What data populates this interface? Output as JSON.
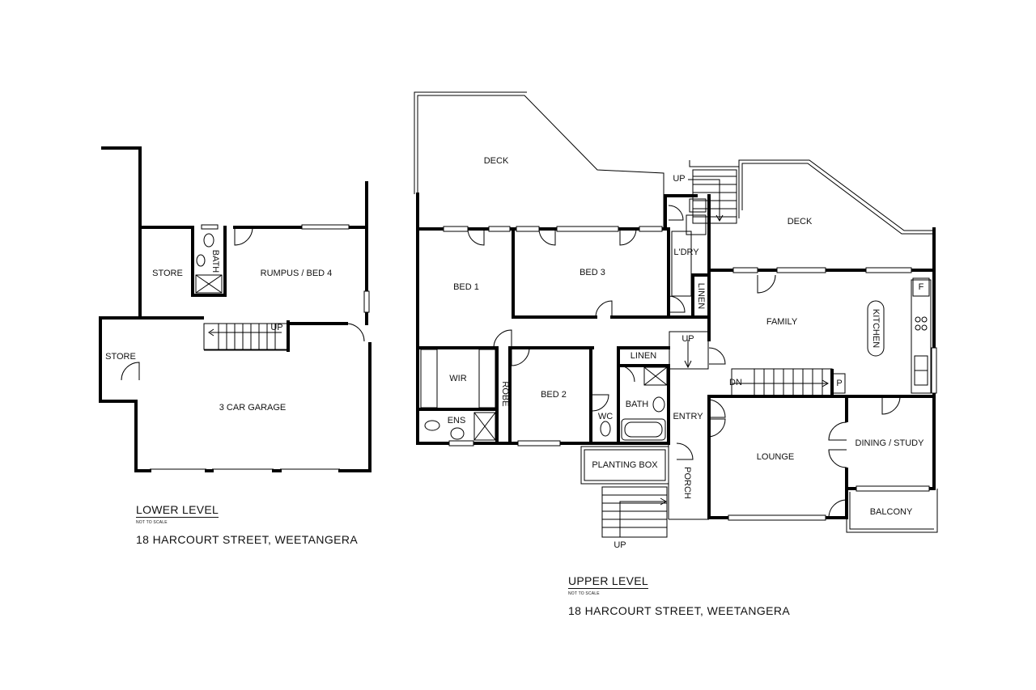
{
  "lower_level": {
    "title": "LOWER LEVEL",
    "note": "NOT TO SCALE",
    "address": "18 HARCOURT STREET, WEETANGERA",
    "rooms": {
      "store_top": "STORE",
      "bath": "BATH",
      "rumpus": "RUMPUS / BED 4",
      "store_left": "STORE",
      "garage": "3 CAR GARAGE",
      "up": "UP"
    }
  },
  "upper_level": {
    "title": "UPPER LEVEL",
    "note": "NOT TO SCALE",
    "address": "18 HARCOURT STREET, WEETANGERA",
    "rooms": {
      "deck_left": "DECK",
      "deck_right": "DECK",
      "bed1": "BED 1",
      "bed2": "BED 2",
      "bed3": "BED 3",
      "wir": "WIR",
      "robe": "ROBE",
      "ens": "ENS",
      "wc": "WC",
      "bath": "BATH",
      "linen_hall": "LINEN",
      "linen_side": "LINEN",
      "laundry": "L'DRY",
      "family": "FAMILY",
      "kitchen": "KITCHEN",
      "fridge": "F",
      "pantry": "P",
      "entry": "ENTRY",
      "porch": "PORCH",
      "lounge": "LOUNGE",
      "dining": "DINING / STUDY",
      "balcony": "BALCONY",
      "planting": "PLANTING BOX",
      "up_deck": "UP",
      "up_hall": "UP",
      "dn": "DN",
      "up_porch": "UP"
    }
  }
}
